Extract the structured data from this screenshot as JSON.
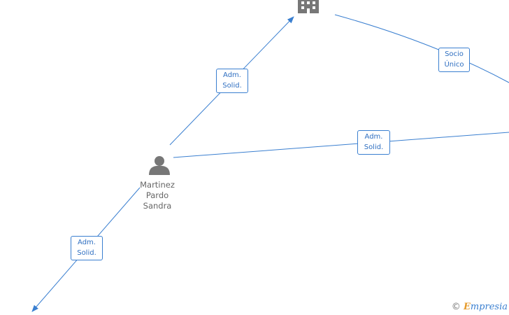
{
  "nodes": {
    "person": {
      "name_lines": [
        "Martinez",
        "Pardo",
        "Sandra"
      ],
      "icon": "person-icon"
    },
    "company_top": {
      "icon": "building-icon"
    }
  },
  "edges": [
    {
      "id": "person-to-top-company",
      "label_lines": [
        "Adm.",
        "Solid."
      ]
    },
    {
      "id": "top-company-to-right",
      "label_lines": [
        "Socio",
        "Único"
      ]
    },
    {
      "id": "person-to-right",
      "label_lines": [
        "Adm.",
        "Solid."
      ]
    },
    {
      "id": "person-to-bottom-left",
      "label_lines": [
        "Adm.",
        "Solid."
      ]
    }
  ],
  "watermark": {
    "copyright": "©",
    "brand_initial": "E",
    "brand_rest": "mpresia"
  },
  "colors": {
    "edge": "#3a7fd0",
    "icon": "#777777",
    "label_text": "#2f6fc1"
  }
}
